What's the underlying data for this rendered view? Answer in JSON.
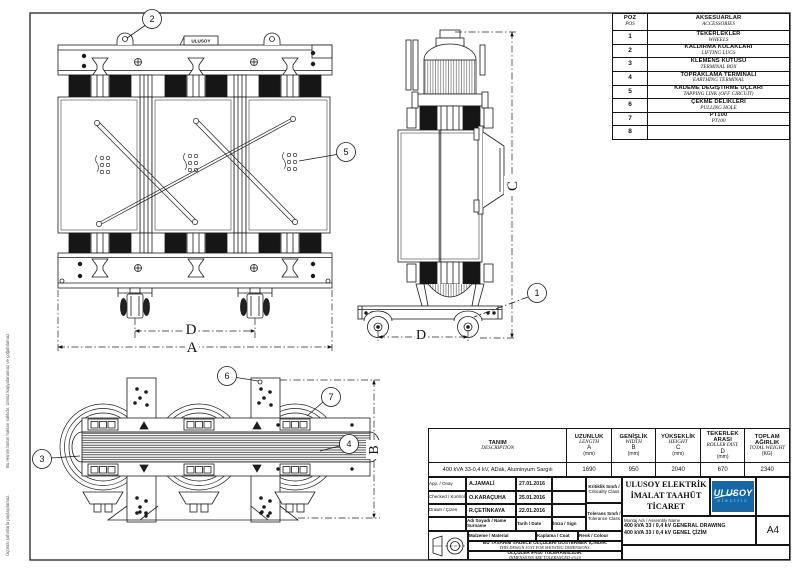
{
  "margin_note": {
    "line1": "Bu resmin bütün hakları saklıdır, izinsiz kopyalanamaz ve çoğaltılamaz.",
    "line2": "Üçüncü şahıslarla paylaşılamaz."
  },
  "drawing": {
    "nameplate": "ULUSOY",
    "callouts": {
      "c1": "1",
      "c2": "2",
      "c3": "3",
      "c4": "4",
      "c5": "5",
      "c6": "6",
      "c7": "7"
    },
    "dims": {
      "A": "A",
      "B": "B",
      "C": "C",
      "D": "D"
    }
  },
  "accessories_table": {
    "col_pos_tr": "POZ",
    "col_pos_en": "POS",
    "col_acc_tr": "AKSESUARLAR",
    "col_acc_en": "ACCESSORIES",
    "rows": [
      {
        "pos": "1",
        "tr": "TEKERLEKLER",
        "en": "WHEELS"
      },
      {
        "pos": "2",
        "tr": "KALDIRMA KULAKLARI",
        "en": "LIFTING LUGS"
      },
      {
        "pos": "3",
        "tr": "KLEMENS KUTUSU",
        "en": "TERMINAL BOX"
      },
      {
        "pos": "4",
        "tr": "TOPRAKLAMA TERMİNALİ",
        "en": "EARTHING TERMINAL"
      },
      {
        "pos": "5",
        "tr": "KADEME DEĞİŞTİRME UÇLARI",
        "en": "TAPPING LINK (OFF CIRCUIT)"
      },
      {
        "pos": "6",
        "tr": "ÇEKME DELİKLERİ",
        "en": "PULLING HOLE"
      },
      {
        "pos": "7",
        "tr": "PT100",
        "en": "PT100"
      },
      {
        "pos": "8",
        "tr": "",
        "en": ""
      }
    ]
  },
  "dimension_table": {
    "desc_tr": "TANIM",
    "desc_en": "DESCRIPTION",
    "cols": [
      {
        "tr": "UZUNLUK",
        "en": "LENGTH",
        "sym": "A",
        "unit": "(mm)"
      },
      {
        "tr": "GENİŞLİK",
        "en": "WIDTH",
        "sym": "B",
        "unit": "(mm)"
      },
      {
        "tr": "YÜKSEKLİK",
        "en": "HEIGHT",
        "sym": "C",
        "unit": "(mm)"
      },
      {
        "tr": "TEKERLEK ARASI",
        "en": "ROLLER DIST.",
        "sym": "D",
        "unit": "(mm)"
      },
      {
        "tr": "TOPLAM AĞIRLIK",
        "en": "TOTAL WEIGHT",
        "sym": "",
        "unit": "(KG)"
      }
    ],
    "row": {
      "description": "400 kVA 33-0,4 kV, ADak, Aluminyum Sargılı",
      "values": [
        "1690",
        "950",
        "2040",
        "670",
        "2340"
      ]
    }
  },
  "title_block": {
    "approved": {
      "label": "App. / Onay",
      "name": "A.JAMALİ",
      "date": "27.01.2016"
    },
    "checked": {
      "label": "Checked / Kontrol",
      "name": "O.KARAÇUHA",
      "date": "25.01.2016"
    },
    "drawn": {
      "label": "Drawn / Çizen",
      "name": "R.ÇETİNKAYA",
      "date": "22.01.2016"
    },
    "name_header": "Adı Soyadı / Name Surname",
    "date_header": "Tarih / Date",
    "sign_header": "İmza / Sign",
    "material_label": "Malzeme / Material",
    "coat_label": "Kaplama / Coat",
    "colour_label": "Renk / Colour",
    "criticality_tr": "Kritiklik Sınıfı /",
    "criticality_en": "Criticality Class",
    "tolerance_tr": "Tolerans Sınıfı /",
    "tolerance_en": "Tolerance Class",
    "company": {
      "line1": "ULUSOY ELEKTRİK",
      "line2": "İMALAT TAAHÜT",
      "line3": "TİCARET"
    },
    "logo": {
      "name": "ULUSOY",
      "sub": "electric",
      "color": "#1568a7"
    },
    "assembly": {
      "label": "Montaj Adı / Assembly Name",
      "line1": "400 kVA 33 / 0,4 kV GENERAL DRAWING",
      "line2": "400 kVA 33 / 0,4 kV GENEL ÇİZİM"
    },
    "paper": "A4",
    "notes": {
      "tr1": "BU TASARIM SADECE ÖLÇÜLERİ GÖSTERMEK İÇİNDİR.",
      "en1": "THIS DESIGN JUST FOR SHOWING DIMENSIONS.",
      "tr2": "ÖLÇÜLER ±%10 TOLERANSLIDIR.",
      "en2": "DIMENSIONS ARE TOLERANCED ±%10"
    }
  }
}
